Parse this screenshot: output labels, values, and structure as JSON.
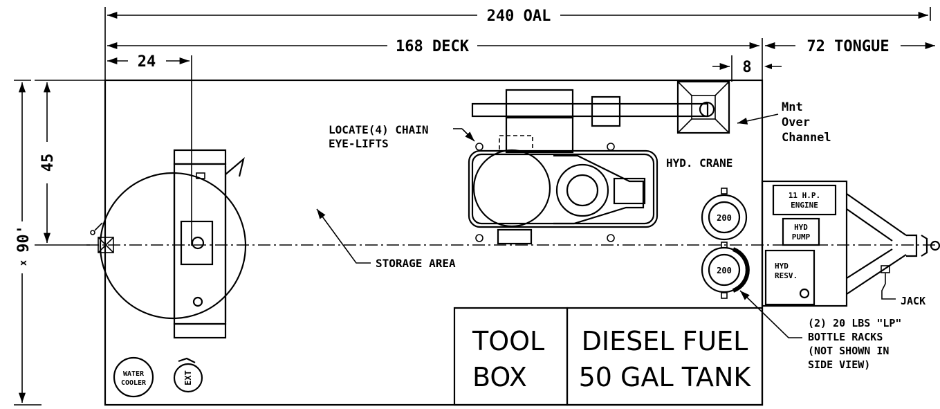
{
  "dimensions": {
    "overall": "240 OAL",
    "deck": "168 DECK",
    "tongue": "72 TONGUE",
    "offset_24": "24",
    "offset_8": "8",
    "half_width": "45",
    "width": "90'",
    "width_marker": "x"
  },
  "labels": {
    "chain_line1": "LOCATE(4) CHAIN",
    "chain_line2": "EYE-LIFTS",
    "crane": "HYD. CRANE",
    "mount_line1": "Mnt",
    "mount_line2": "Over",
    "mount_line3": "Channel",
    "storage": "STORAGE AREA",
    "engine_line1": "11 H.P.",
    "engine_line2": "ENGINE",
    "pump_line1": "HYD",
    "pump_line2": "PUMP",
    "resv_line1": "HYD",
    "resv_line2": "RESV.",
    "jack": "JACK",
    "bottle_line1": "(2) 20 LBS \"LP\"",
    "bottle_line2": "BOTTLE RACKS",
    "bottle_line3": "(NOT SHOWN IN",
    "bottle_line4": "SIDE VIEW)",
    "bottle_value": "200",
    "water_line1": "WATER",
    "water_line2": "COOLER",
    "ext": "EXT",
    "toolbox_line1": "TOOL",
    "toolbox_line2": "BOX",
    "fuel_line1": "DIESEL FUEL",
    "fuel_line2": "50 GAL TANK"
  }
}
